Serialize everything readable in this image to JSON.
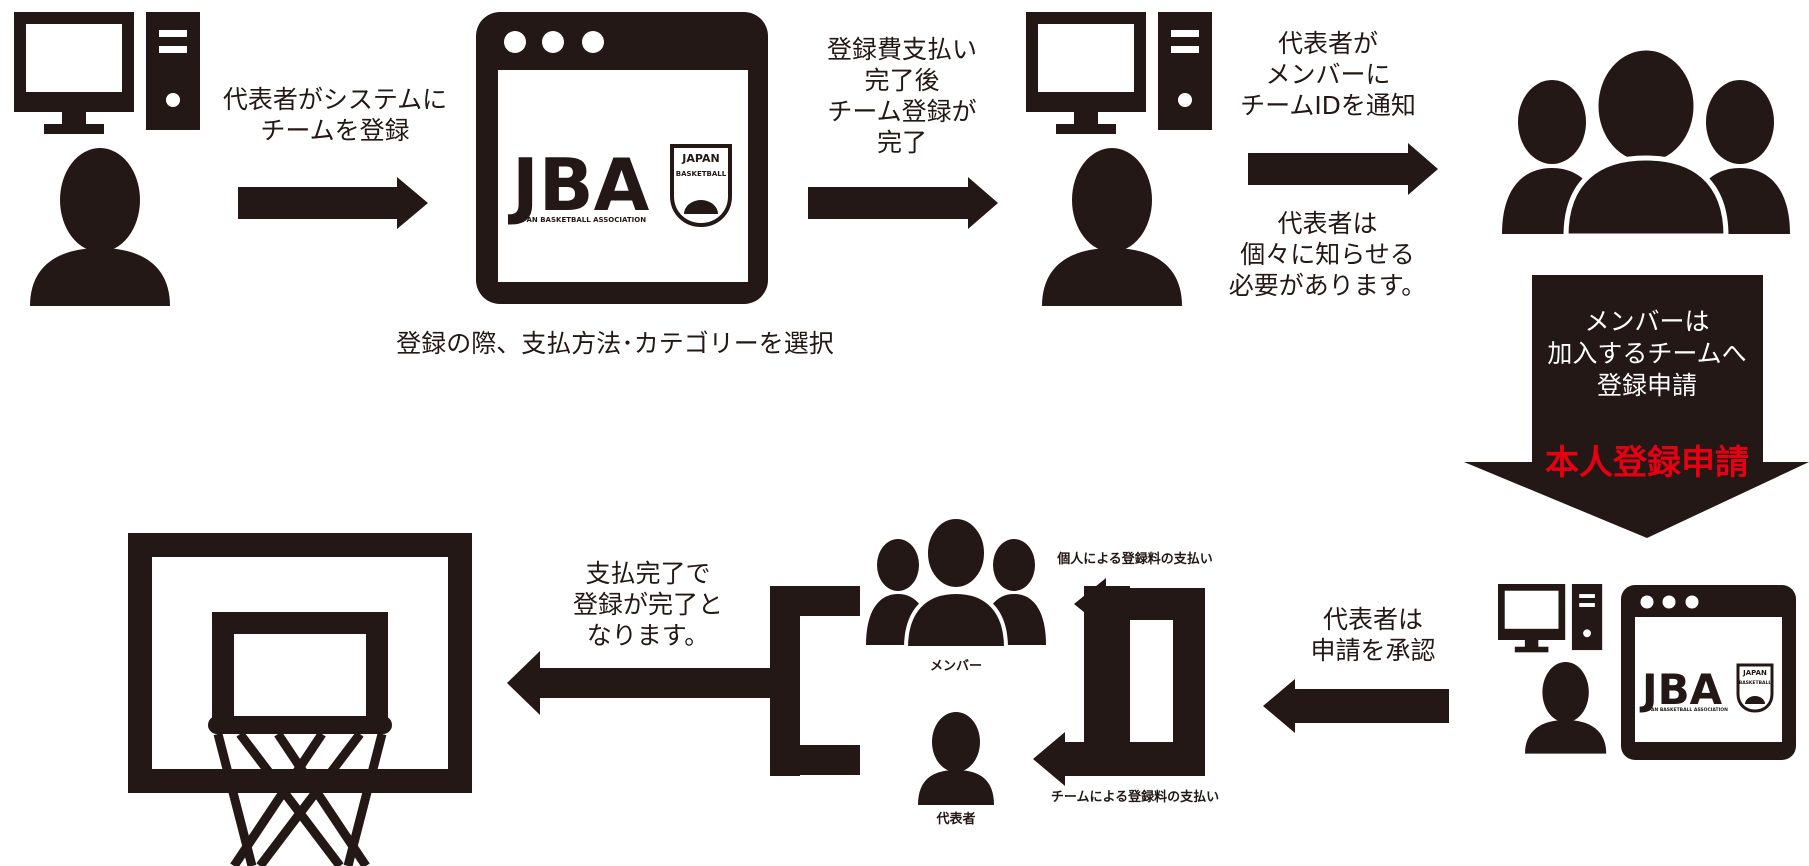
{
  "flow": {
    "step1": [
      "代表者がシステムに",
      "チームを登録"
    ],
    "step2": [
      "登録費支払い",
      "完了後",
      "チーム登録が",
      "完了"
    ],
    "step3_top": [
      "代表者が",
      "メンバーに",
      "チームIDを通知"
    ],
    "step3_bottom": [
      "代表者は",
      "個々に知らせる",
      "必要があります。"
    ],
    "jba_note": "登録の際、支払方法･カテゴリーを選択",
    "banner": [
      "メンバーは",
      "加入するチームへ",
      "登録申請"
    ],
    "banner_red": "本人登録申請",
    "approve": [
      "代表者は",
      "申請を承認"
    ],
    "complete": [
      "支払完了で",
      "登録が完了と",
      "なります。"
    ],
    "pay_individual": "個人による登録料の支払い",
    "pay_team": "チームによる登録料の支払い",
    "members_label": "メンバー",
    "rep_label": "代表者"
  },
  "logo": {
    "name": "JBA",
    "org": "JAPAN BASKETBALL ASSOCIATION",
    "seal_top": "JAPAN",
    "seal_bottom": "BASKETBALL"
  },
  "colors": {
    "ink": "#231815",
    "accent": "#e60012",
    "background": "#ffffff"
  }
}
